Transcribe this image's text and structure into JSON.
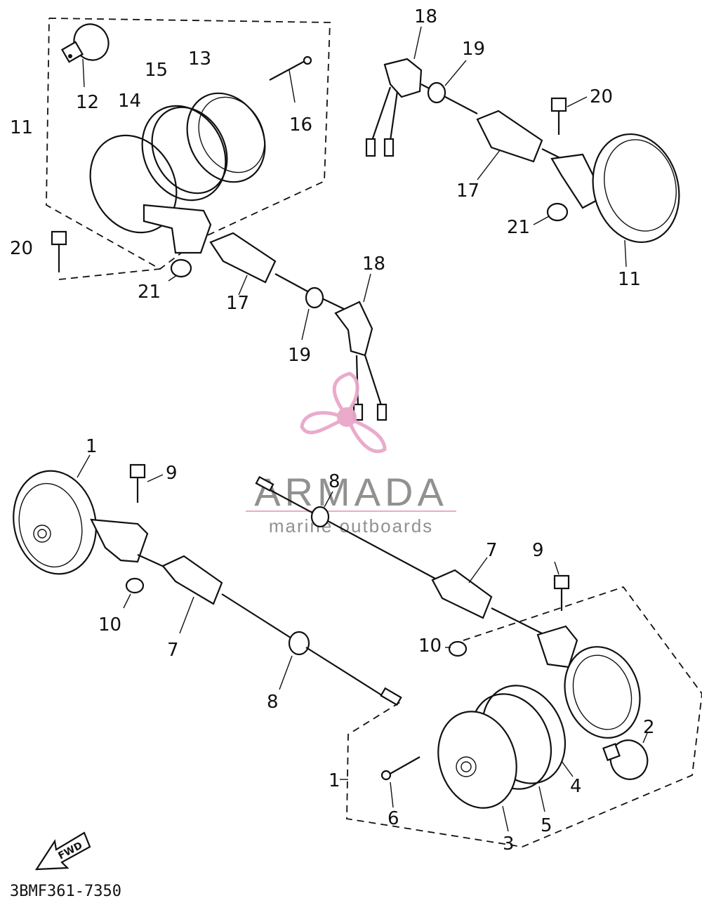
{
  "watermark": {
    "brand": "ARMADA",
    "tagline": "marine outboards",
    "accent_color": "#e9a7c9",
    "text_color": "#8c8c8c"
  },
  "diagram_code": "3BMF361-7350",
  "fwd_label": "FWD",
  "callouts": {
    "c1_bottom_left": "1",
    "c1_bottom_right": "1",
    "c2": "2",
    "c3": "3",
    "c4": "4",
    "c5": "5",
    "c6": "6",
    "c7_left": "7",
    "c7_right": "7",
    "c8_top": "8",
    "c8_bottom": "8",
    "c9_left": "9",
    "c9_right": "9",
    "c10_left": "10",
    "c10_right": "10",
    "c11_top_left": "11",
    "c11_top_right": "11",
    "c12": "12",
    "c13": "13",
    "c14": "14",
    "c15": "15",
    "c16": "16",
    "c17_left": "17",
    "c17_right": "17",
    "c18_top": "18",
    "c18_mid": "18",
    "c19_top": "19",
    "c19_mid": "19",
    "c20_top": "20",
    "c20_left": "20",
    "c21_left": "21",
    "c21_right": "21"
  }
}
